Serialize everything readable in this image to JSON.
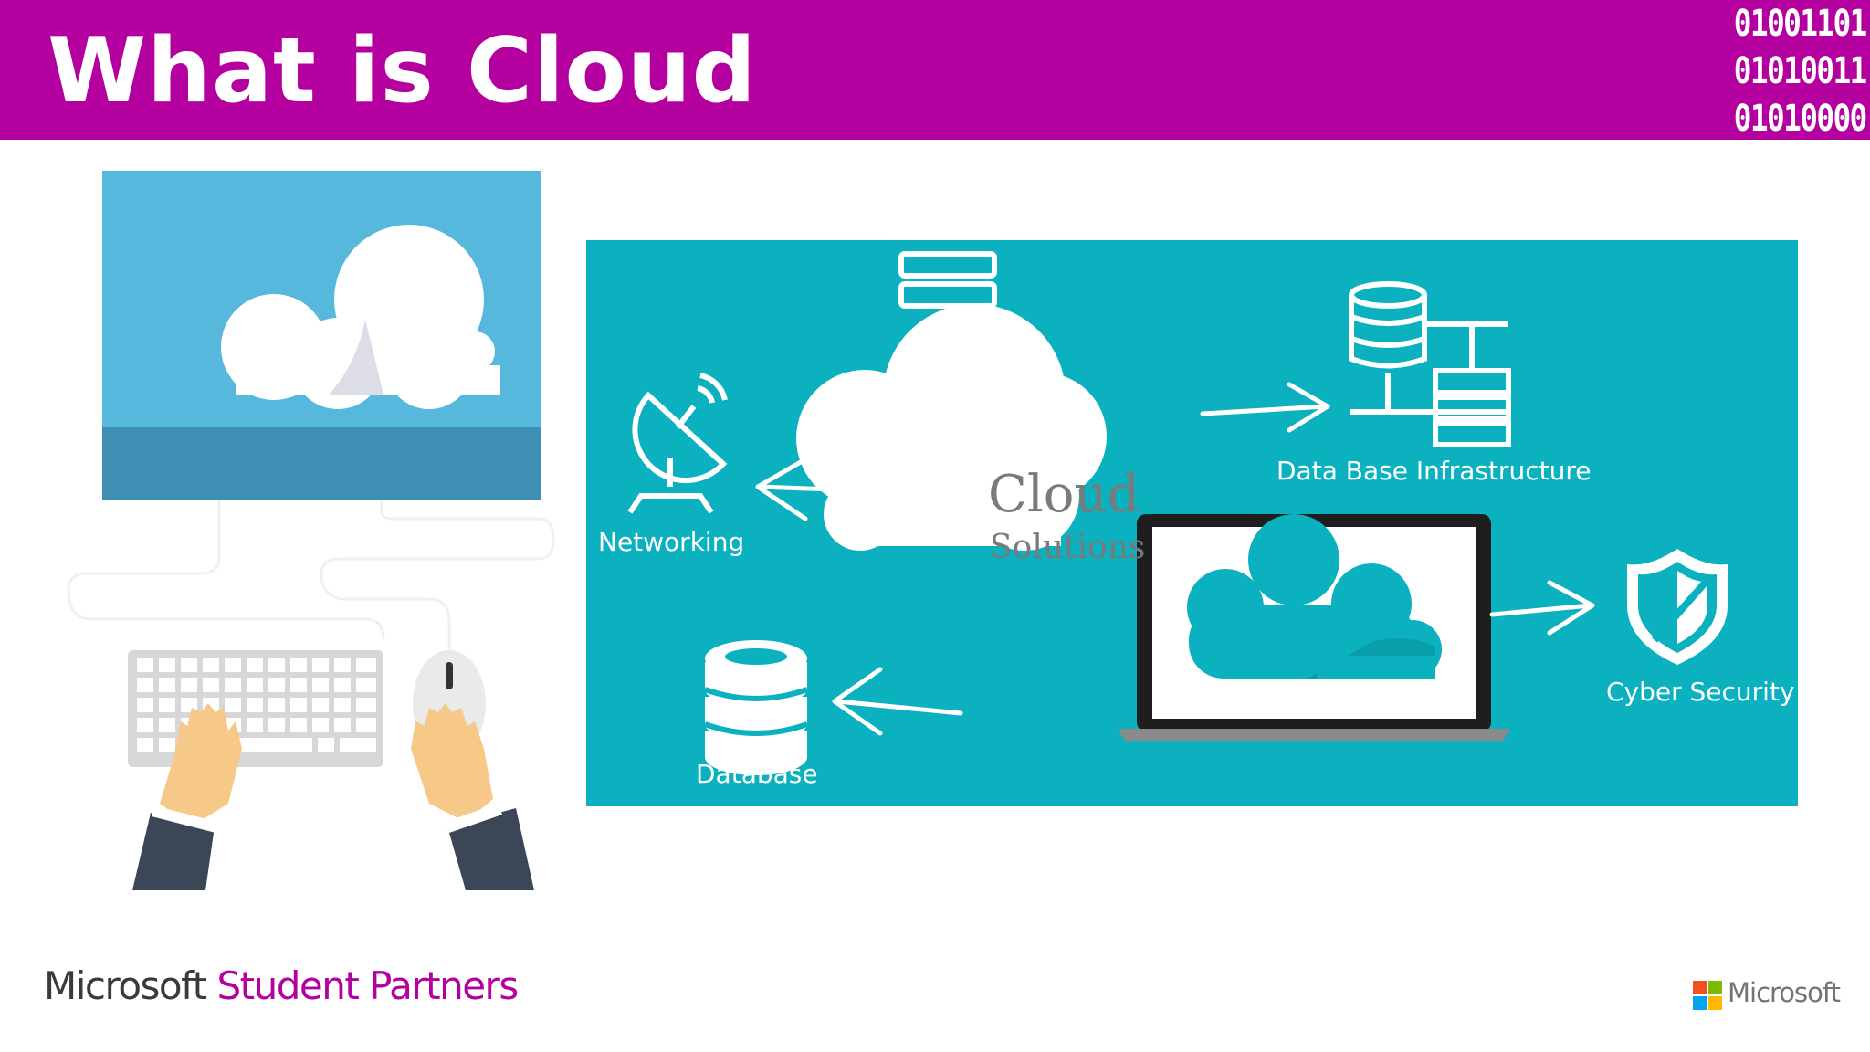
{
  "slide": {
    "title": "What is Cloud",
    "binary_lines": [
      "01001101",
      "01010011",
      "01010000"
    ]
  },
  "diagram": {
    "center_title": "Cloud",
    "center_subtitle": "Solutions",
    "nodes": {
      "servers": "Servers",
      "networking": "Networking",
      "database_infrastructure": "Data Base Infrastructure",
      "database": "Database",
      "cyber_security": "Cyber Security"
    }
  },
  "footer": {
    "brand_microsoft": "Microsoft",
    "brand_program": "Student Partners",
    "logo_text": "Microsoft"
  },
  "colors": {
    "header": "#b4009e",
    "panel": "#0cb1bf",
    "sky": "#55b8dc"
  }
}
